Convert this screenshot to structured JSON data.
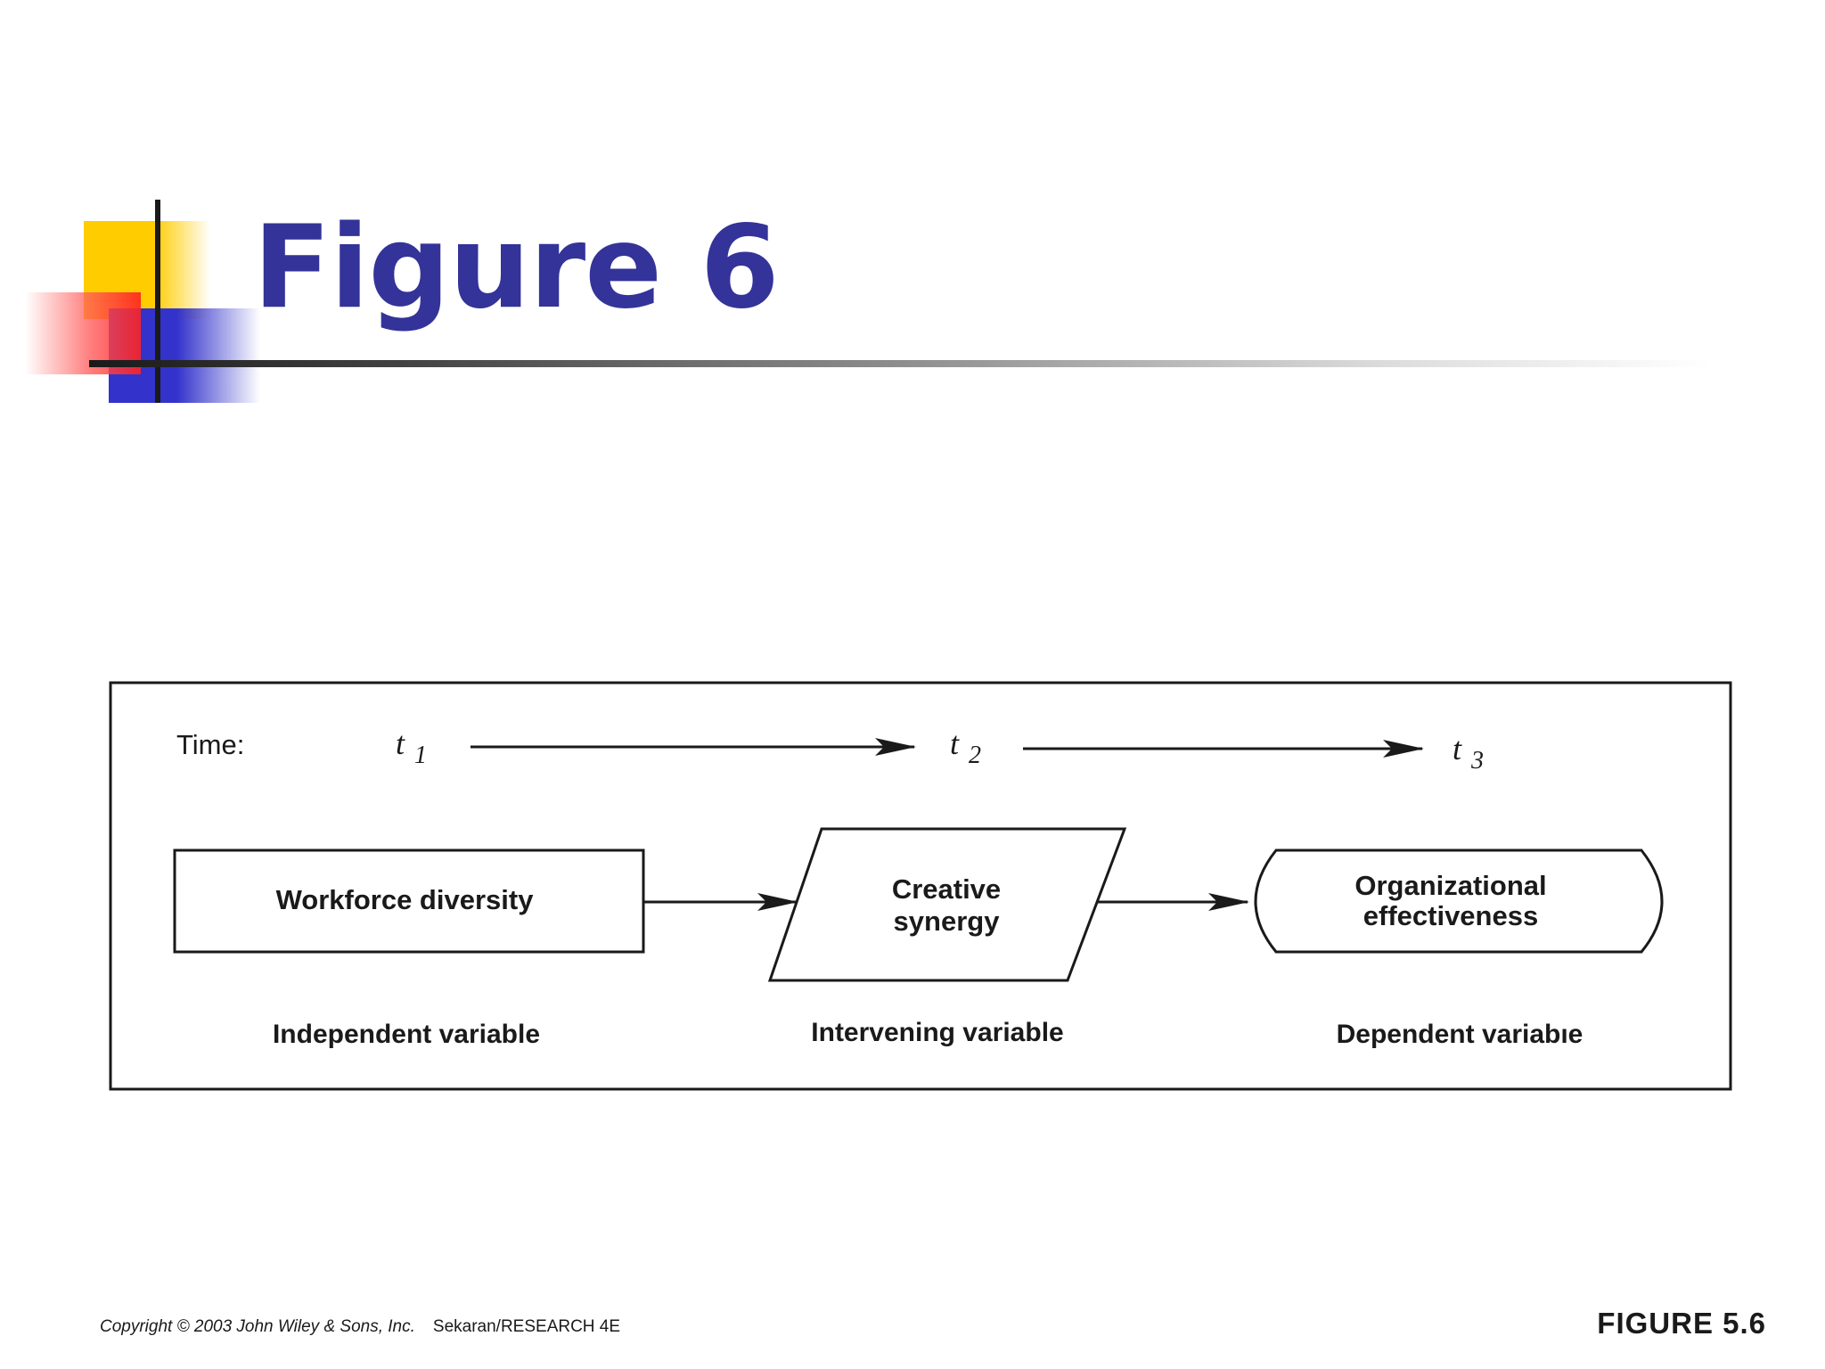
{
  "slide": {
    "title": "Figure 6",
    "colors": {
      "title": "#333399",
      "accent_yellow": "#ffcc00",
      "accent_blue": "#3333cc",
      "accent_red": "#ff2222"
    }
  },
  "diagram": {
    "time_label": "Time:",
    "time_points": [
      {
        "symbol": "t",
        "subscript": "1"
      },
      {
        "symbol": "t",
        "subscript": "2"
      },
      {
        "symbol": "t",
        "subscript": "3"
      }
    ],
    "nodes": [
      {
        "lines": [
          "Workforce diversity"
        ],
        "shape": "rectangle",
        "type_label": "Independent variable"
      },
      {
        "lines": [
          "Creative",
          "synergy"
        ],
        "shape": "parallelogram",
        "type_label": "Intervening variable"
      },
      {
        "lines": [
          "Organizational",
          "effectiveness"
        ],
        "shape": "rounded-ends",
        "type_label": "Dependent variabıe"
      }
    ]
  },
  "footer": {
    "copyright": "Copyright © 2003 John Wiley & Sons, Inc.",
    "source": "Sekaran/RESEARCH 4E",
    "figure_label": "FIGURE 5.6"
  }
}
